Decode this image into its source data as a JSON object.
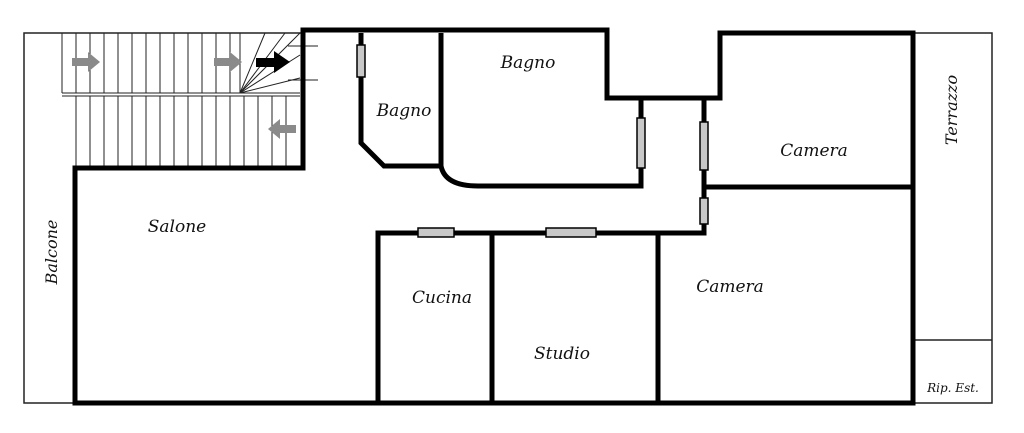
{
  "rooms": {
    "salone": "Salone",
    "bagno_small": "Bagno",
    "bagno_large": "Bagno",
    "camera_top": "Camera",
    "camera_bottom": "Camera",
    "cucina": "Cucina",
    "studio": "Studio",
    "balcone": "Balcone",
    "terrazzo": "Terrazzo",
    "ripostiglio": "Rip. Est."
  },
  "colors": {
    "wall": "#000000",
    "thin_line": "#222222",
    "window": "#c8c8c8",
    "arrow_gray": "#8a8a8a",
    "arrow_black": "#000000"
  }
}
